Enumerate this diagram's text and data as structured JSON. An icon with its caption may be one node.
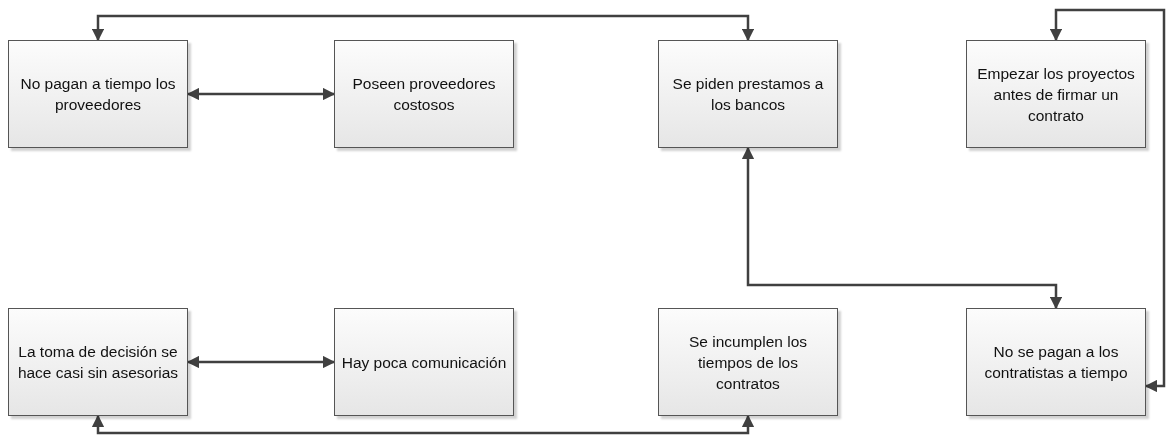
{
  "diagram": {
    "nodes": [
      {
        "text": [
          "No pagan a tiempo los proveedores"
        ]
      },
      {
        "text": [
          "Poseen proveedores costosos"
        ]
      },
      {
        "text": [
          "Se piden prestamos a los bancos"
        ]
      },
      {
        "text": [
          "Empezar los proyectos antes de firmar un contrato"
        ]
      },
      {
        "text": [
          "La toma de decisión se hace casi sin asesorias"
        ]
      },
      {
        "text": [
          "Hay poca comunicación"
        ]
      },
      {
        "text": [
          "Se incumplen los tiempos de los contratos"
        ]
      },
      {
        "text": [
          "No se pagan a los contratistas a tiempo"
        ]
      }
    ],
    "edges": [
      {
        "from": 0,
        "to": 1,
        "arrow": "both"
      },
      {
        "from": 0,
        "to": 2,
        "arrow": "both"
      },
      {
        "from": 2,
        "to": 7,
        "arrow": "both"
      },
      {
        "from": 3,
        "to": 7,
        "arrow": "both"
      },
      {
        "from": 4,
        "to": 5,
        "arrow": "both"
      },
      {
        "from": 4,
        "to": 6,
        "arrow": "both"
      }
    ]
  }
}
